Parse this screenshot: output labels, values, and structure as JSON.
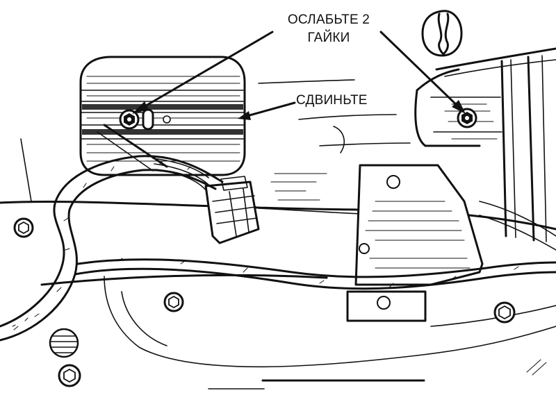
{
  "callouts": {
    "loosen_line1": "ОСЛАБЬТЕ 2",
    "loosen_line2": "ГАЙКИ",
    "slide": "СДВИНЬТЕ"
  },
  "colors": {
    "ink": "#111111",
    "paper": "#ffffff"
  }
}
